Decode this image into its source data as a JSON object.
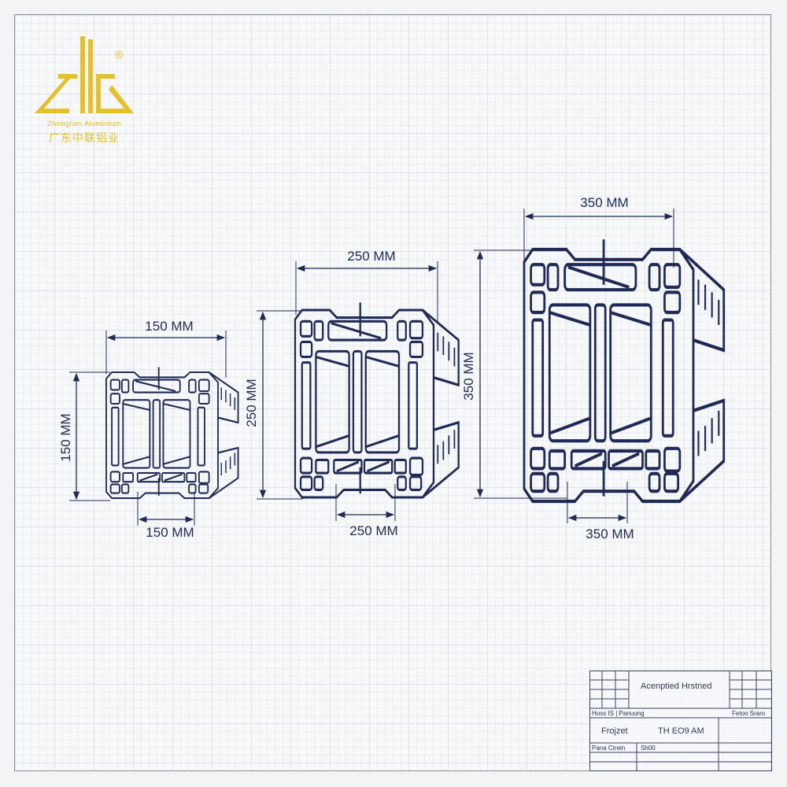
{
  "logo": {
    "brand_en": "Zhonglian Aluminium",
    "brand_cn": "广东中联铝业",
    "registered_mark": "®",
    "color": "#e3c12a"
  },
  "drawings": [
    {
      "name": "small-profile",
      "top_width_label": "150 MM",
      "height_label": "150 MM",
      "bottom_label": "150 MM"
    },
    {
      "name": "medium-profile",
      "top_width_label": "250 MM",
      "height_label": "250 MM",
      "bottom_label": "250 MM"
    },
    {
      "name": "large-profile",
      "top_width_label": "350 MM",
      "height_label": "350 MM",
      "bottom_label": "350 MM"
    }
  ],
  "title_block": {
    "heading": "Acenptied Hrstned",
    "row1_left": "Hoss IS | Panuung",
    "row1_right": "Fetoo Sraro",
    "project_label": "Frojzet",
    "project_value": "TH EO9 AM",
    "row3_left": "Pana Ctrein",
    "row3_mid": "Sh00"
  },
  "colors": {
    "line": "#1f2a55",
    "grid_major": "#dfe2e8",
    "grid_minor": "#ebedf1",
    "paper": "#f7f8fa"
  }
}
